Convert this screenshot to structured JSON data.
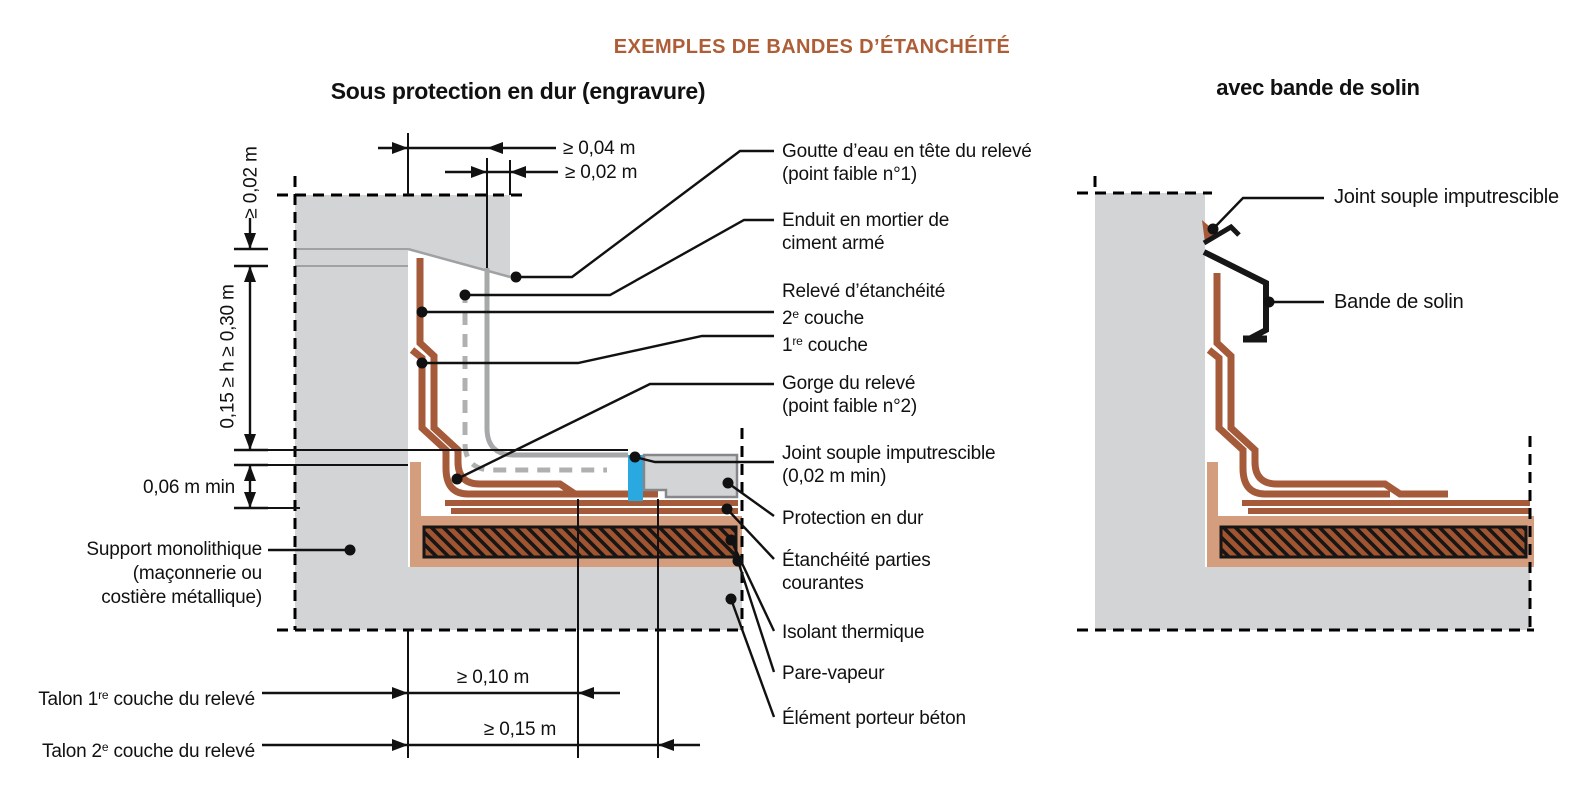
{
  "title": "EXEMPLES DE BANDES D’ÉTANCHÉITÉ",
  "colors": {
    "title_accent": "#ae5e37",
    "membrane_brown": "#a55a39",
    "vapour_salmon": "#d49d7d",
    "joint_blue": "#2aa9e1",
    "wall_grey": "#d3d4d6",
    "insulation_fill": "#a0542f"
  },
  "left": {
    "title": "Sous protection en dur (engravure)",
    "dims": {
      "d04": "≥ 0,04 m",
      "d02_top": "≥ 0,02 m",
      "d02_left": "≥ 0,02 m",
      "dh": "0,15 ≥ h ≥ 0,30 m",
      "d006": "0,06 m min",
      "d010": "≥ 0,10 m",
      "d015": "≥ 0,15 m"
    },
    "labels": {
      "goutte1": "Goutte d’eau en tête du relevé",
      "goutte2": "(point faible n°1)",
      "enduit1": "Enduit en mortier de",
      "enduit2": "ciment armé",
      "releve": "Relevé d’étanchéité",
      "c2_num": "2",
      "c2_sup": "e",
      "c2_rest": " couche",
      "c1_num": "1",
      "c1_sup": "re",
      "c1_rest": " couche",
      "gorge1": "Gorge du relevé",
      "gorge2": "(point faible n°2)",
      "joint1": "Joint souple imputrescible",
      "joint2": "(0,02 m min)",
      "protection": "Protection en dur",
      "etancheite1": "Étanchéité parties",
      "etancheite2": "courantes",
      "isolant": "Isolant thermique",
      "pare": "Pare-vapeur",
      "element": "Élément porteur béton",
      "support1": "Support monolithique",
      "support2": "(maçonnerie ou",
      "support3": "costière métallique)",
      "talon1_pre": "Talon 1",
      "talon1_sup": "re",
      "talon1_rest": " couche du relevé",
      "talon2_pre": "Talon 2",
      "talon2_sup": "e",
      "talon2_rest": " couche du relevé"
    }
  },
  "right": {
    "title": "avec bande de solin",
    "labels": {
      "joint": "Joint souple imputrescible",
      "solin": "Bande de solin"
    }
  }
}
